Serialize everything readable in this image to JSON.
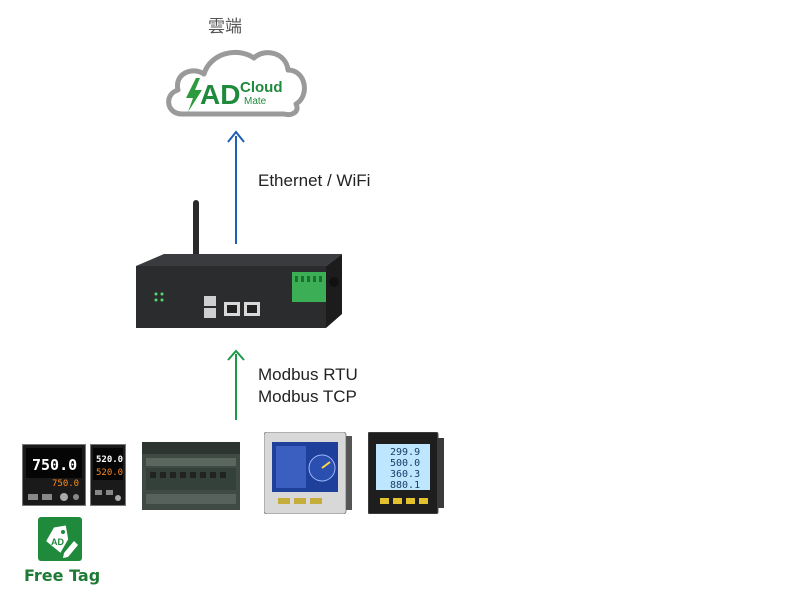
{
  "cloud": {
    "caption": "雲端",
    "logo_main": "AD",
    "logo_cloud": "Cloud",
    "logo_mate": "Mate"
  },
  "links": {
    "upper": "Ethernet / WiFi",
    "lower_line1": "Modbus RTU",
    "lower_line2": "Modbus TCP"
  },
  "devices": {
    "controller1_pv": "750.0",
    "controller1_sp": "750.0",
    "controller2_pv": "520.0",
    "controller2_sp": "520.0",
    "meter_lines": [
      "299.9",
      "500.0",
      "360.3",
      "880.1"
    ]
  },
  "free_tag": {
    "icon_text": "AD",
    "label": "Free Tag"
  },
  "colors": {
    "upper_arrow": "#1f5fb5",
    "lower_arrow": "#1c9a48",
    "brand_green": "#1f8a3c",
    "cloud_border": "#9a9a9a"
  }
}
